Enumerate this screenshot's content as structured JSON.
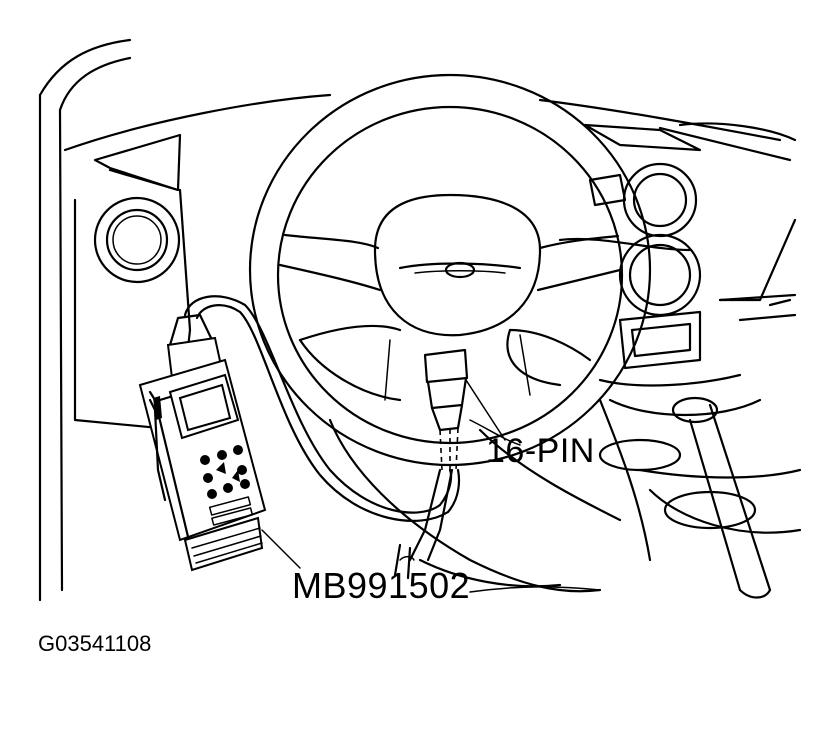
{
  "labels": {
    "connector": "16-PIN",
    "tool": "MB991502",
    "figure_id": "G03541108"
  },
  "colors": {
    "line": "#000000",
    "background": "#ffffff"
  }
}
